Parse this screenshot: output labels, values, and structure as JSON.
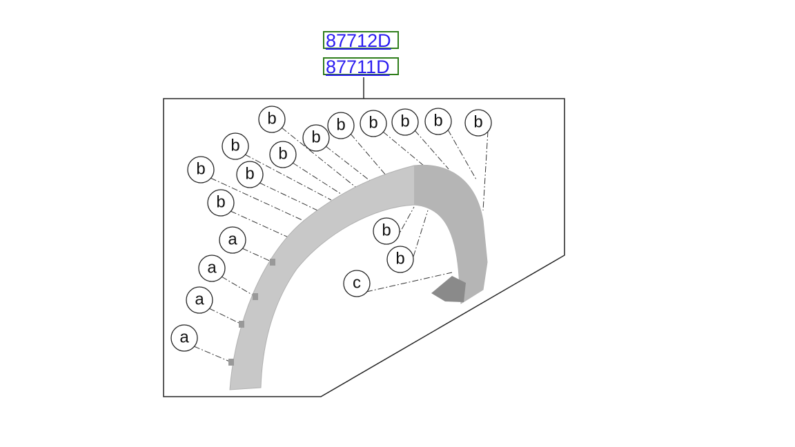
{
  "part_links": [
    "87712D",
    "87711D"
  ],
  "callouts": {
    "b": "b",
    "a": "a",
    "c": "c"
  },
  "colors": {
    "link": "#2a1cf0",
    "link_box": "#2e7d1a",
    "part_fill": "#c8c8c8"
  }
}
